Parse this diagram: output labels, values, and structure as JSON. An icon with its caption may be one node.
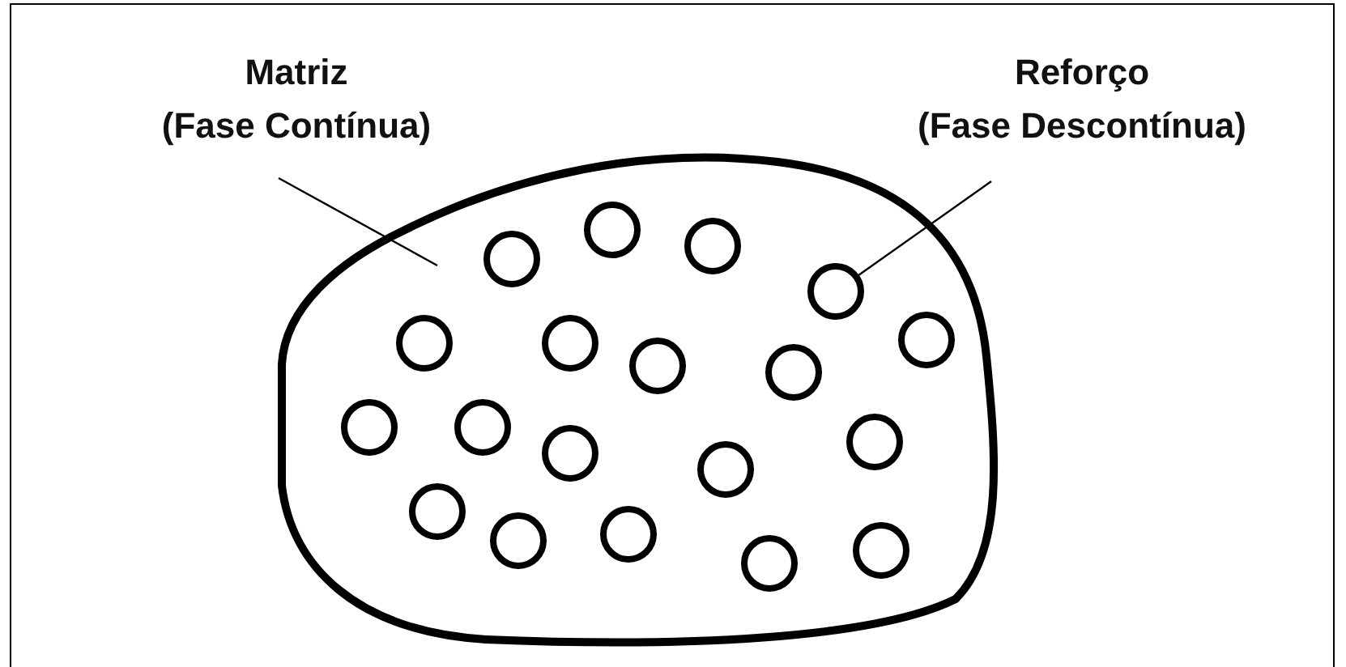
{
  "diagram": {
    "nodes": [
      {
        "text": [
          "Matriz",
          "(Fase Contínua)"
        ]
      },
      {
        "text": [
          "Reforço",
          "(Fase Descontínua)"
        ]
      },
      {
        "text": [],
        "shape": "ellipse"
      },
      {
        "text": [],
        "shape": "circle",
        "in": 2
      },
      {
        "text": [],
        "shape": "circle",
        "in": 2
      },
      {
        "text": [],
        "shape": "circle",
        "in": 2
      },
      {
        "text": [],
        "shape": "circle",
        "in": 2
      },
      {
        "text": [],
        "shape": "circle",
        "in": 2
      },
      {
        "text": [],
        "shape": "circle",
        "in": 2
      },
      {
        "text": [],
        "shape": "circle",
        "in": 2
      },
      {
        "text": [],
        "shape": "circle",
        "in": 2
      },
      {
        "text": [],
        "shape": "circle",
        "in": 2
      },
      {
        "text": [],
        "shape": "circle",
        "in": 2
      },
      {
        "text": [],
        "shape": "circle",
        "in": 2
      },
      {
        "text": [],
        "shape": "circle",
        "in": 2
      },
      {
        "text": [],
        "shape": "circle",
        "in": 2
      },
      {
        "text": [],
        "shape": "circle",
        "in": 2
      },
      {
        "text": [],
        "shape": "circle",
        "in": 2
      },
      {
        "text": [],
        "shape": "circle",
        "in": 2
      },
      {
        "text": [],
        "shape": "circle",
        "in": 2
      },
      {
        "text": [],
        "shape": "circle",
        "in": 2
      },
      {
        "text": [],
        "shape": "circle",
        "in": 2
      }
    ],
    "edges": [
      {
        "from": 0,
        "to": 2,
        "arrow": "none"
      },
      {
        "from": 1,
        "to": 6,
        "arrow": "none"
      }
    ]
  }
}
